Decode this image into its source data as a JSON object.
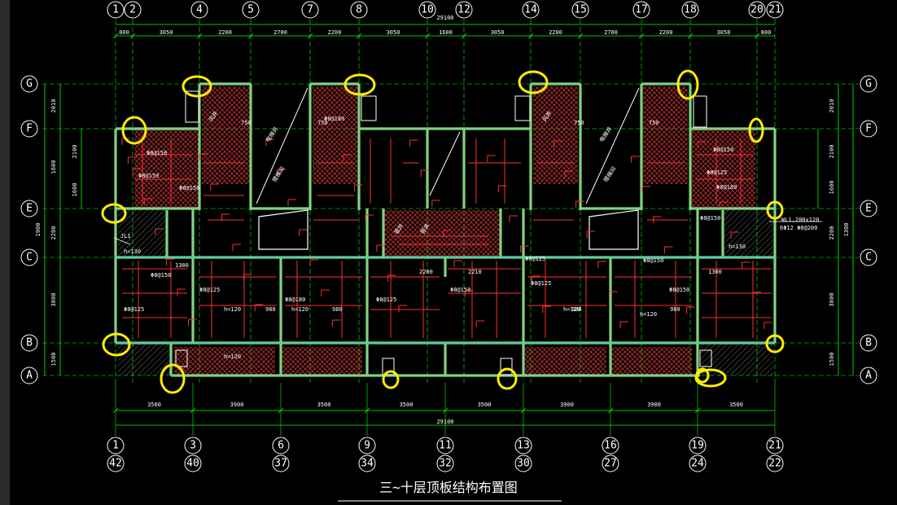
{
  "title": "三~十层顶板结构布置图",
  "total_dimension": "29100",
  "top_axes": [
    "1",
    "2",
    "4",
    "5",
    "7",
    "8",
    "10",
    "12",
    "14",
    "15",
    "17",
    "18",
    "20",
    "21"
  ],
  "bottom_axes_upper": [
    "1",
    "3",
    "6",
    "9",
    "11",
    "13",
    "16",
    "19",
    "21"
  ],
  "bottom_axes_lower": [
    "42",
    "40",
    "37",
    "34",
    "32",
    "30",
    "27",
    "24",
    "22"
  ],
  "side_axes": [
    "G",
    "F",
    "E",
    "C",
    "B",
    "A"
  ],
  "top_dims": [
    "800",
    "3050",
    "2200",
    "2700",
    "2200",
    "3050",
    "1600",
    "3050",
    "2200",
    "2700",
    "2200",
    "3050",
    "800"
  ],
  "bottom_dims": [
    "3500",
    "3900",
    "3500",
    "3500",
    "3500",
    "3900",
    "3900",
    "3500"
  ],
  "left_dims_outer": [
    "2010",
    "1600",
    "1600",
    "2200",
    "3800",
    "1500"
  ],
  "left_dims_inner": [
    "2100",
    "1600"
  ],
  "right_dims": [
    "2010",
    "2100",
    "1600",
    "2200",
    "3800",
    "1500"
  ],
  "left_total": "1900",
  "right_total": "1300",
  "slab_labels": [
    "h=120",
    "h=120",
    "h=120",
    "h=120",
    "h=120",
    "h=130",
    "h=130"
  ],
  "rebar_labels": [
    "Φ8@150",
    "Φ8@150",
    "Φ8@150",
    "Φ8@180",
    "Φ8@125",
    "Φ8@150",
    "Φ8@125",
    "Φ8@180",
    "Φ8@125",
    "Φ8@150",
    "Φ8@125",
    "Φ8@150",
    "Φ8@150",
    "Φ8@150",
    "Φ8@125",
    "Φ8@180",
    "Φ8@150",
    "Φ8@125"
  ],
  "room_labels": [
    "电梯井",
    "电梯井",
    "楼梯间",
    "楼梯间",
    "风井",
    "风井",
    "管井",
    "管井"
  ],
  "misc_labels": [
    "2200",
    "2210",
    "1300",
    "1300",
    "980",
    "980",
    "980",
    "980",
    "750",
    "750",
    "750",
    "750",
    "WL1,200x120",
    "6Φ12  Φ8@200",
    "JL1"
  ],
  "highlight_count": 15,
  "colors": {
    "background": "#000000",
    "grid_line": "#00ff00",
    "wall": "#7fd47f",
    "rebar": "#ff3030",
    "dimension": "#00ff00",
    "highlight": "#ffee00",
    "text": "#ffffff",
    "hatch": "#ff4040",
    "beam": "#00bfff"
  }
}
